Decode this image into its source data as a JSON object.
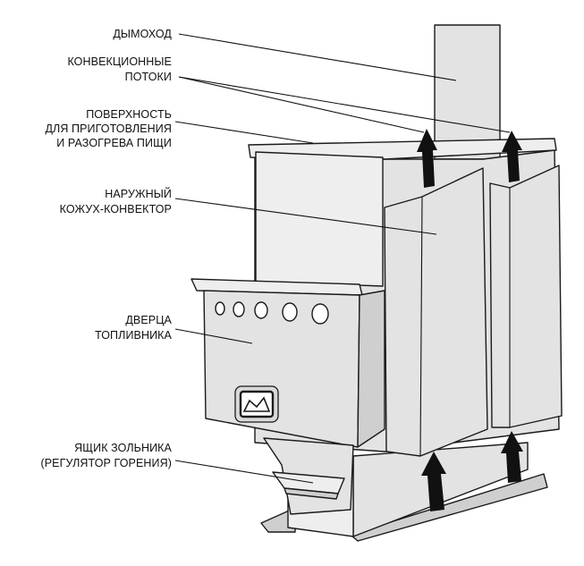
{
  "labels": {
    "chimney": "ДЫМОХОД",
    "convection_line1": "КОНВЕКЦИОННЫЕ",
    "convection_line2": "ПОТОКИ",
    "cooking_line1": "ПОВЕРХНОСТЬ",
    "cooking_line2": "ДЛЯ ПРИГОТОВЛЕНИЯ",
    "cooking_line3": "И РАЗОГРЕВА ПИЩИ",
    "casing_line1": "НАРУЖНЫЙ",
    "casing_line2": "КОЖУХ-КОНВЕКТОР",
    "door_line1": "ДВЕРЦА",
    "door_line2": "ТОПЛИВНИКА",
    "ashbox_line1": "ЯЩИК ЗОЛЬНИКА",
    "ashbox_line2": "(РЕГУЛЯТОР ГОРЕНИЯ)"
  },
  "colors": {
    "fill": "#e3e3e3",
    "fill_dark": "#cfcfcf",
    "outline": "#1a1a1a",
    "arrow": "#111111"
  },
  "icons": {
    "door_emblem": "brand-emblem-icon",
    "flow_arrow": "up-arrow-icon"
  }
}
